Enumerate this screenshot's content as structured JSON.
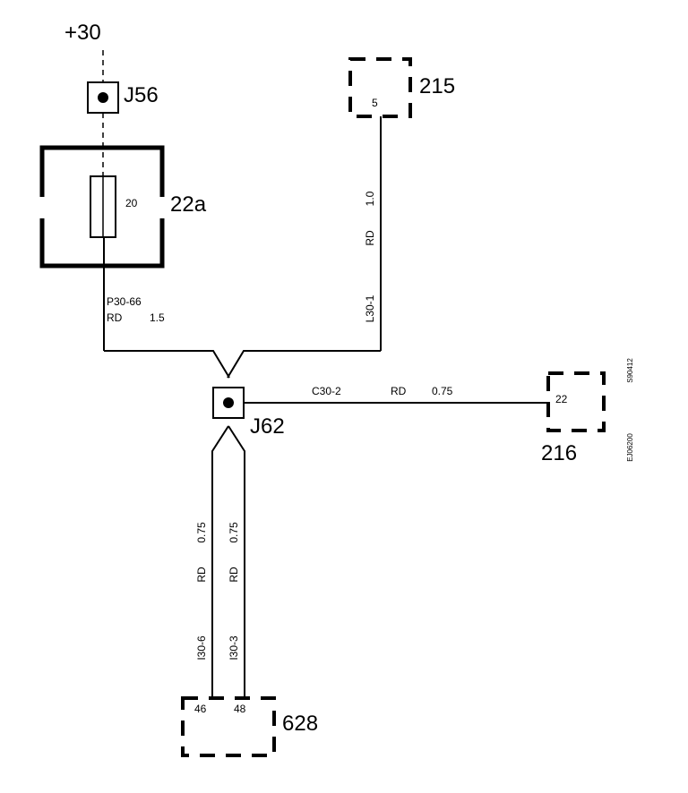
{
  "supply": {
    "label": "+30"
  },
  "junctions": {
    "j56": {
      "label": "J56"
    },
    "j62": {
      "label": "J62"
    }
  },
  "fuse": {
    "id": "22a",
    "rating": "20"
  },
  "components": {
    "c215": {
      "id": "215",
      "pin": "5"
    },
    "c216": {
      "id": "216",
      "pin": "22"
    },
    "c628": {
      "id": "628",
      "pin_left": "46",
      "pin_right": "48"
    }
  },
  "wires": {
    "p30_66": {
      "circuit": "P30-66",
      "color": "RD",
      "size": "1.5"
    },
    "l30_1": {
      "circuit": "L30-1",
      "color": "RD",
      "size": "1.0"
    },
    "c30_2": {
      "circuit": "C30-2",
      "color": "RD",
      "size": "0.75"
    },
    "i30_6": {
      "circuit": "I30-6",
      "color": "RD",
      "size": "0.75"
    },
    "i30_3": {
      "circuit": "I30-3",
      "color": "RD",
      "size": "0.75"
    }
  },
  "refs": {
    "code1": "S90412",
    "code2": "EJ06200"
  }
}
